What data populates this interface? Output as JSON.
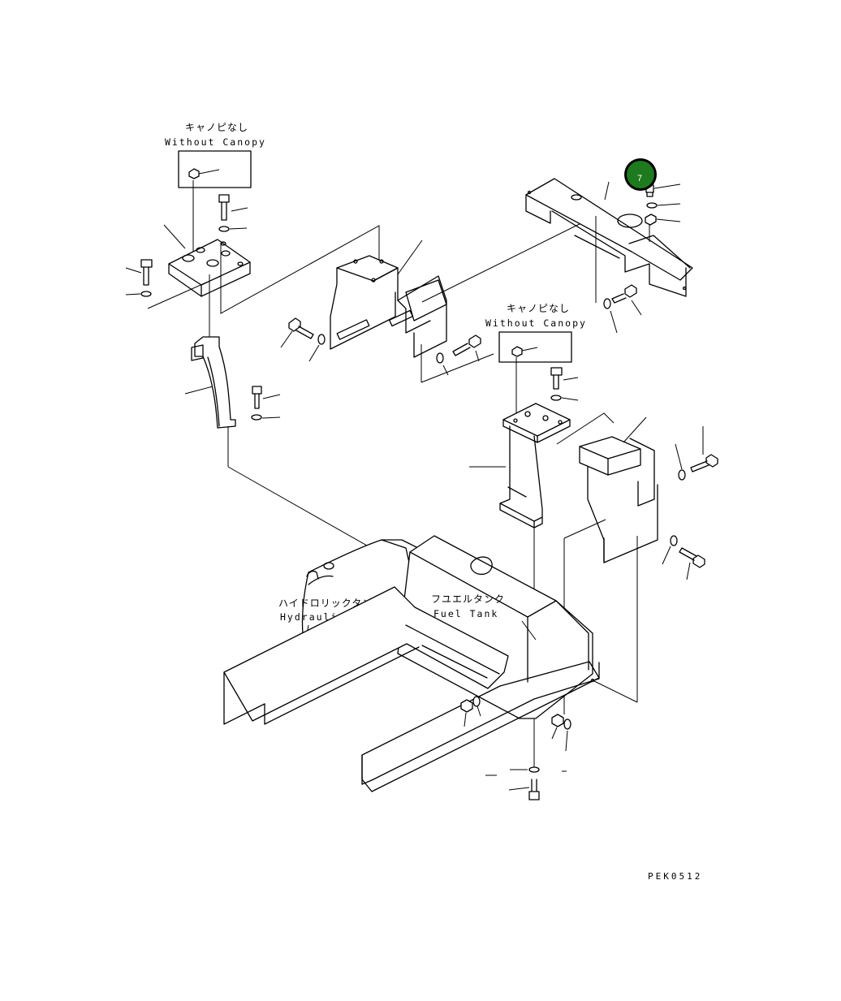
{
  "labels": {
    "no_canopy_left_jp": "キャノピなし",
    "no_canopy_left_en": "Without Canopy",
    "no_canopy_right_jp": "キャノピなし",
    "no_canopy_right_en": "Without Canopy",
    "hydraulic_tank_jp": "ハイドロリックタンク",
    "hydraulic_tank_en": "Hydraulic Tank",
    "fuel_tank_jp": "フユエルタンク",
    "fuel_tank_en": "Fuel Tank",
    "drawing_code": "PEK0512"
  },
  "callout": {
    "number": "7",
    "color": "#1e7a1e"
  }
}
